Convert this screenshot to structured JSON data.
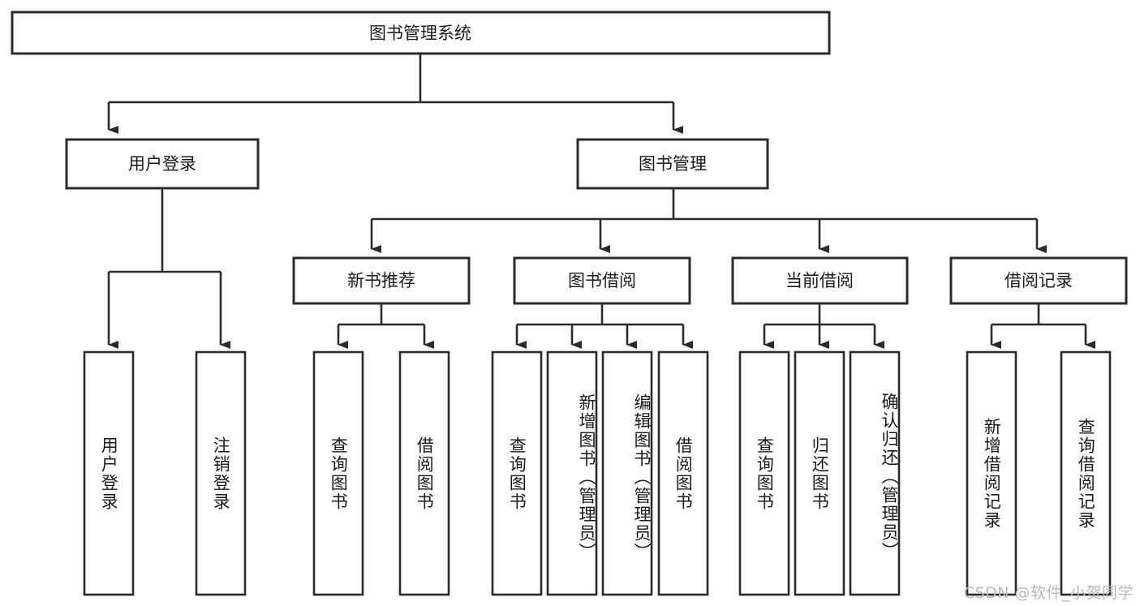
{
  "diagram": {
    "type": "tree",
    "title": "图书管理系统",
    "root": {
      "id": "root",
      "label": "图书管理系统",
      "orientation": "horizontal"
    },
    "level2": [
      {
        "id": "user-login",
        "label": "用户登录",
        "orientation": "horizontal"
      },
      {
        "id": "book-manage",
        "label": "图书管理",
        "orientation": "horizontal"
      }
    ],
    "level3": [
      {
        "id": "new-book-rec",
        "label": "新书推荐",
        "orientation": "horizontal",
        "parent": "book-manage"
      },
      {
        "id": "book-borrow",
        "label": "图书借阅",
        "orientation": "horizontal",
        "parent": "book-manage"
      },
      {
        "id": "current-borrow",
        "label": "当前借阅",
        "orientation": "horizontal",
        "parent": "book-manage"
      },
      {
        "id": "borrow-record",
        "label": "借阅记录",
        "orientation": "horizontal",
        "parent": "book-manage"
      }
    ],
    "leaves": [
      {
        "id": "leaf-user-login",
        "label": "用户登录",
        "parent": "user-login",
        "orientation": "vertical"
      },
      {
        "id": "leaf-logout",
        "label": "注销登录",
        "parent": "user-login",
        "orientation": "vertical"
      },
      {
        "id": "leaf-query-book-1",
        "label": "查询图书",
        "parent": "new-book-rec",
        "orientation": "vertical"
      },
      {
        "id": "leaf-borrow-book-1",
        "label": "借阅图书",
        "parent": "new-book-rec",
        "orientation": "vertical"
      },
      {
        "id": "leaf-query-book-2",
        "label": "查询图书",
        "parent": "book-borrow",
        "orientation": "vertical"
      },
      {
        "id": "leaf-add-book",
        "label": "新增图书（管理员）",
        "parent": "book-borrow",
        "orientation": "vertical"
      },
      {
        "id": "leaf-edit-book",
        "label": "编辑图书（管理员）",
        "parent": "book-borrow",
        "orientation": "vertical"
      },
      {
        "id": "leaf-borrow-book-2",
        "label": "借阅图书",
        "parent": "book-borrow",
        "orientation": "vertical"
      },
      {
        "id": "leaf-query-book-3",
        "label": "查询图书",
        "parent": "current-borrow",
        "orientation": "vertical"
      },
      {
        "id": "leaf-return-book",
        "label": "归还图书",
        "parent": "current-borrow",
        "orientation": "vertical"
      },
      {
        "id": "leaf-confirm-return",
        "label": "确认归还（管理员）",
        "parent": "current-borrow",
        "orientation": "vertical"
      },
      {
        "id": "leaf-add-record",
        "label": "新增借阅记录",
        "parent": "borrow-record",
        "orientation": "vertical"
      },
      {
        "id": "leaf-query-record",
        "label": "查询借阅记录",
        "parent": "borrow-record",
        "orientation": "vertical"
      }
    ],
    "colors": {
      "box_stroke": "#2b2b2b",
      "box_fill": "#ffffff",
      "connector": "#2b2b2b",
      "text": "#1a1a1a",
      "background": "#ffffff",
      "watermark": "#b9b9b9"
    }
  },
  "watermark": {
    "text": "CSDN @软件_小贺同学"
  }
}
